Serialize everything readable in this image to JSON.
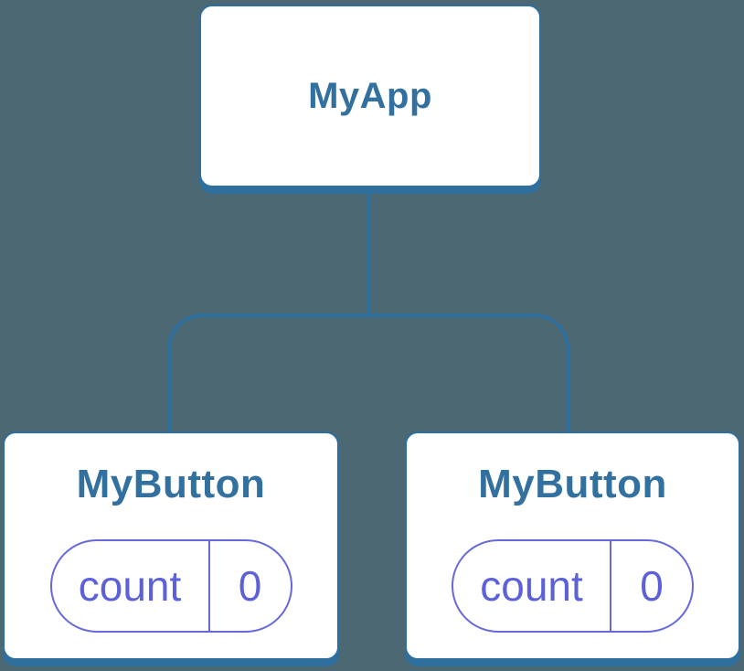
{
  "diagram": {
    "root": {
      "label": "MyApp"
    },
    "children": [
      {
        "label": "MyButton",
        "state": {
          "name": "count",
          "value": "0"
        }
      },
      {
        "label": "MyButton",
        "state": {
          "name": "count",
          "value": "0"
        }
      }
    ]
  },
  "colors": {
    "background": "#4C6872",
    "card_background": "#FFFFFF",
    "line_blue": "#2E6F9E",
    "title_blue": "#31709F",
    "pill_border": "#6569DC",
    "pill_text": "#5C61D9"
  }
}
